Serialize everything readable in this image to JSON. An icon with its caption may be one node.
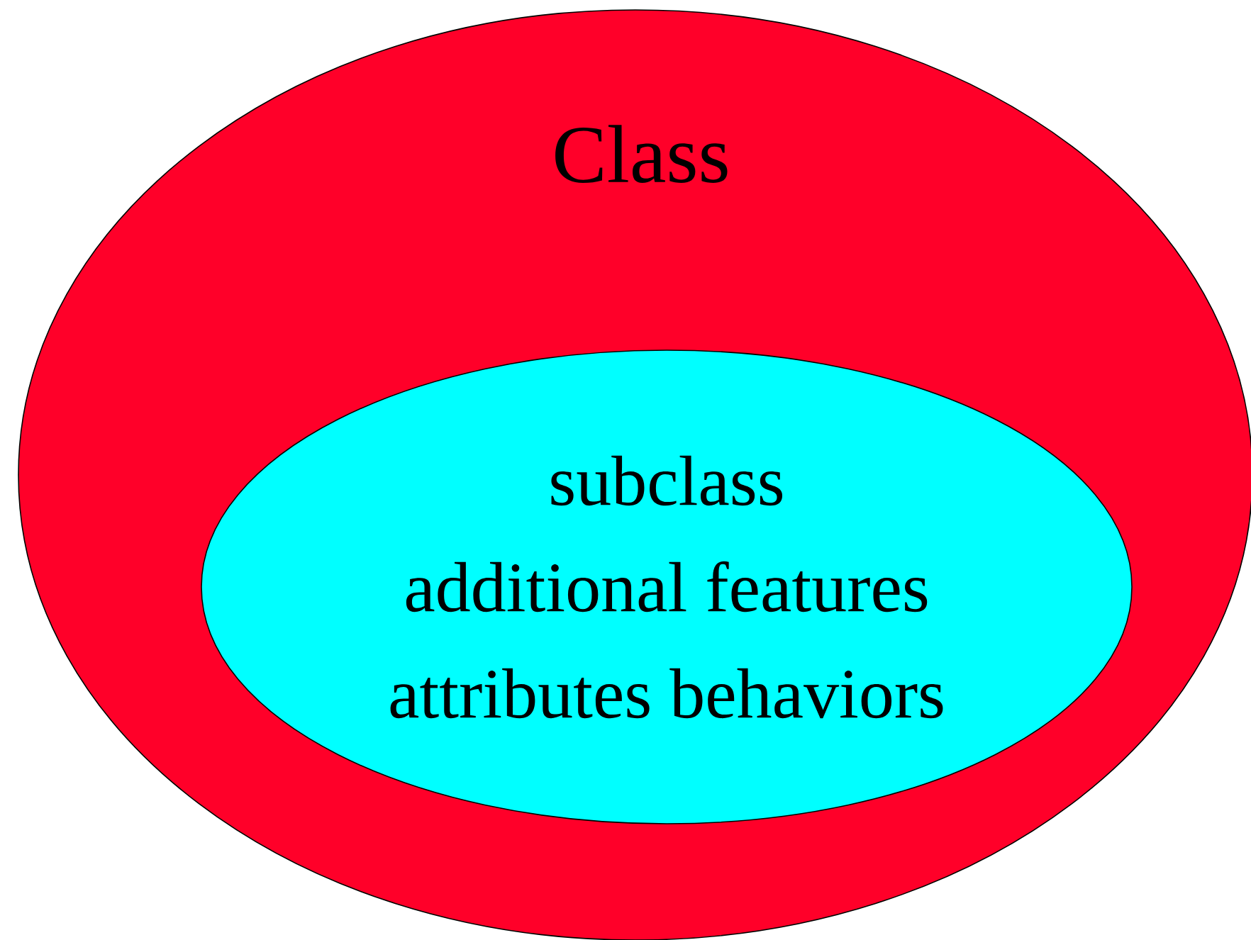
{
  "diagram": {
    "nodes": [
      {
        "text": [
          "Class"
        ]
      },
      {
        "text": [
          "subclass",
          "additional features",
          "attributes behaviors"
        ],
        "in": 0
      }
    ]
  }
}
